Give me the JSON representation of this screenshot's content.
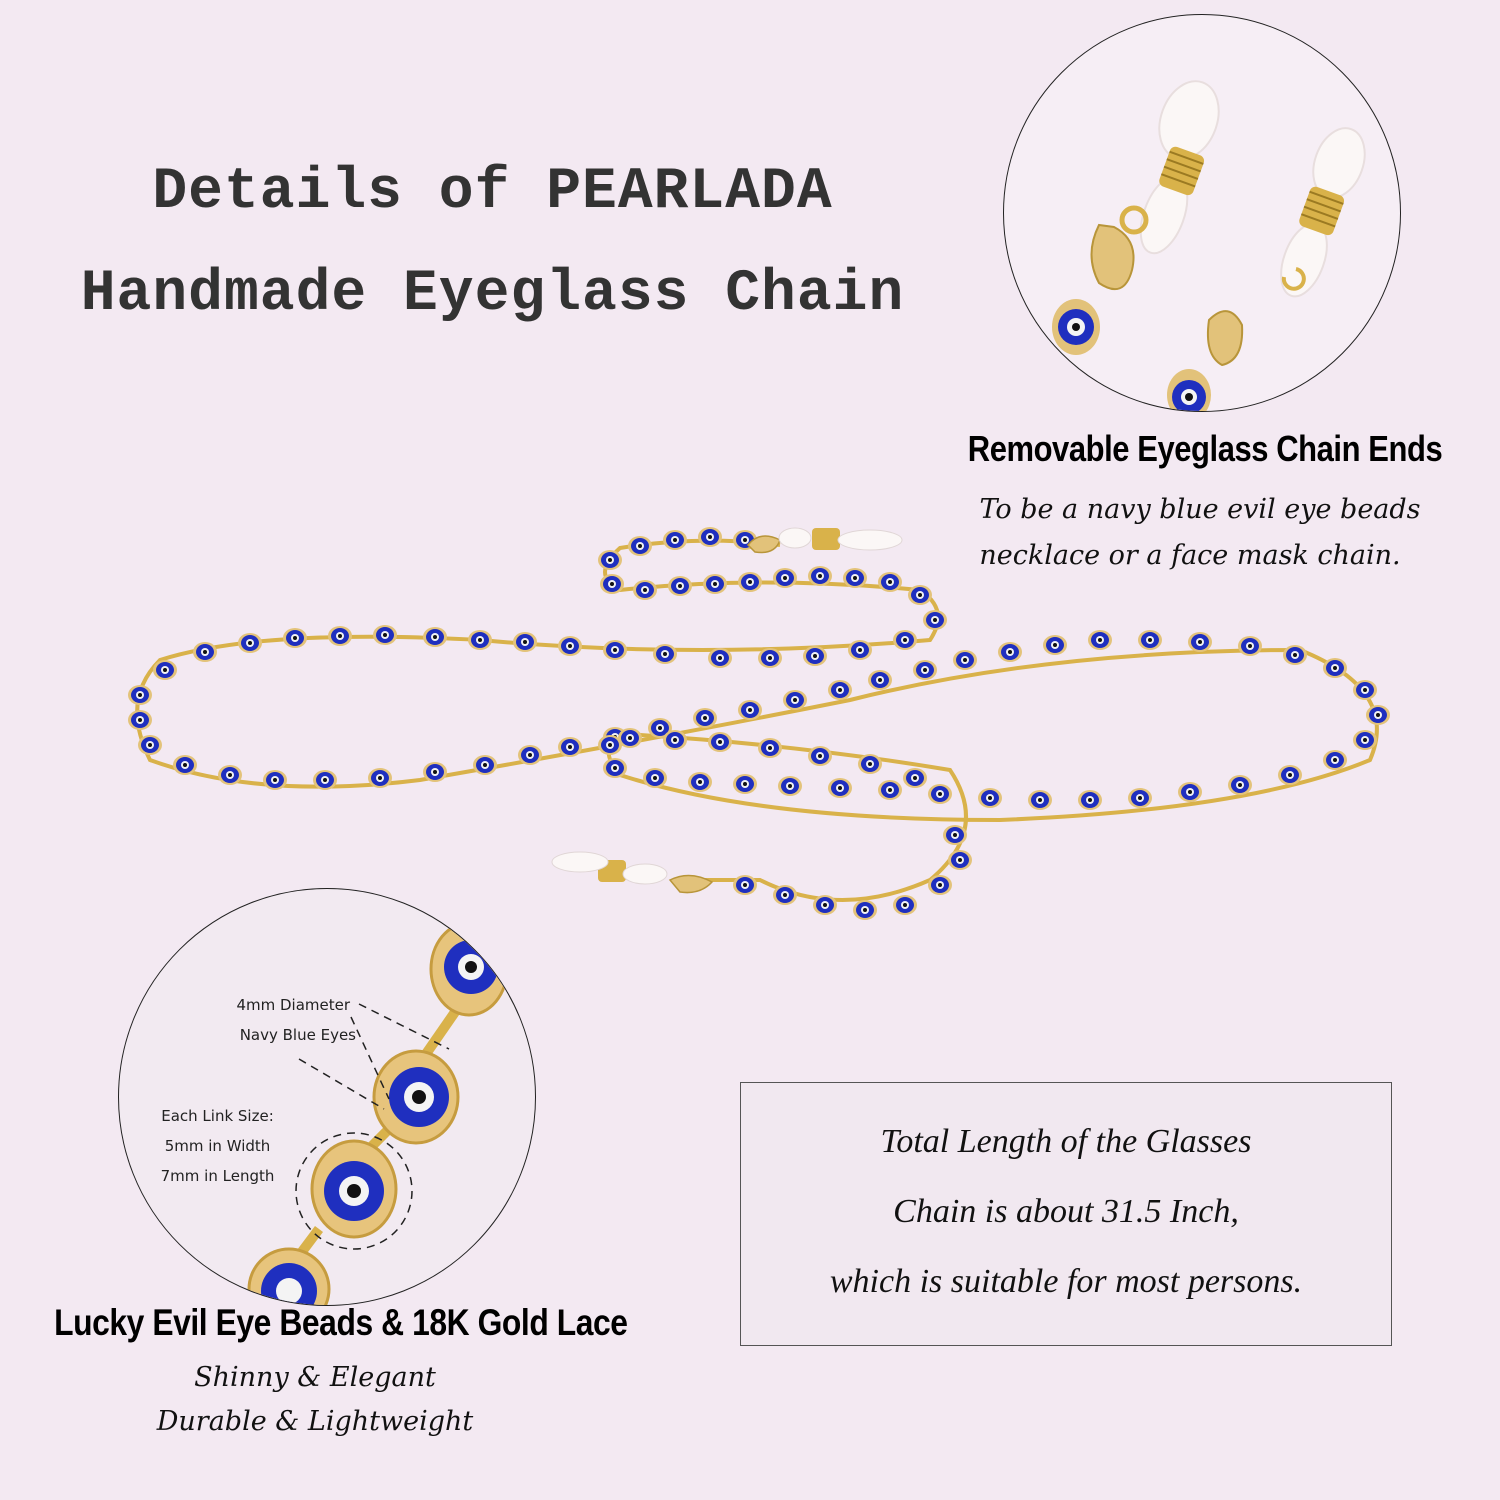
{
  "header": {
    "title_line1": "Details of PEARLADA",
    "title_line2": "Handmade Eyeglass Chain"
  },
  "top_right_callout": {
    "heading": "Removable Eyeglass Chain Ends",
    "description_line1": "To be a navy blue evil eye beads",
    "description_line2": "necklace or a face mask chain."
  },
  "bottom_left_callout": {
    "bead_label_line1": "4mm Diameter",
    "bead_label_line2": "Navy Blue Eyes",
    "link_label_line1": "Each Link Size:",
    "link_label_line2": "5mm in Width",
    "link_label_line3": "7mm in Length",
    "heading": "Lucky Evil Eye Beads & 18K Gold Lace",
    "description_line1": "Shinny & Elegant",
    "description_line2": "Durable & Lightweight"
  },
  "length_box": {
    "line1": "Total Length of the Glasses",
    "line2": "Chain is about 31.5 Inch,",
    "line3": "which is suitable for most persons."
  },
  "colors": {
    "background": "#f3e9f2",
    "bead_blue": "#1f2fbf",
    "gold": "#d9b24a",
    "text_dark": "#333333"
  }
}
